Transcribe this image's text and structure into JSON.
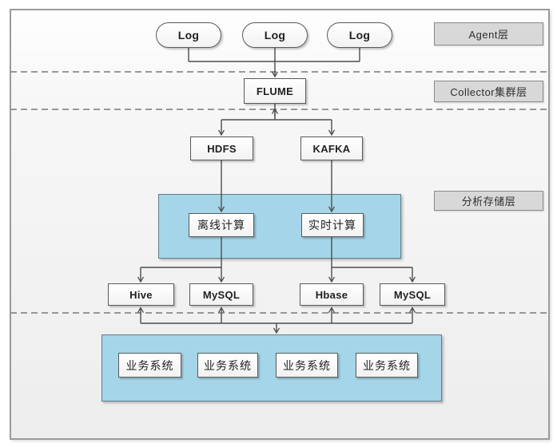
{
  "diagram": {
    "title_none": "",
    "layer_labels": [
      "Agent层",
      "Collector集群层",
      "分析存储层"
    ],
    "agents": [
      "Log",
      "Log",
      "Log"
    ],
    "collector": "FLUME",
    "ingest": {
      "hdfs": "HDFS",
      "kafka": "KAFKA"
    },
    "compute": {
      "offline": "离线计算",
      "realtime": "实时计算"
    },
    "storage": {
      "hive": "Hive",
      "mysql_left": "MySQL",
      "hbase": "Hbase",
      "mysql_right": "MySQL"
    },
    "business_systems": [
      "业务系统",
      "业务系统",
      "业务系统",
      "业务系统"
    ]
  },
  "colors": {
    "container_fill": "#a5d5e8",
    "container_border": "#5f7d8c",
    "label_fill": "#d8d8d8",
    "label_border": "#8a8a8a",
    "node_fill": "#ffffff",
    "node_border": "#595959",
    "wire": "#4d4d4d",
    "dashed_separator": "#8a8a8a",
    "canvas_background": "#f1f1f1",
    "frame_border": "#9b9b9b"
  }
}
